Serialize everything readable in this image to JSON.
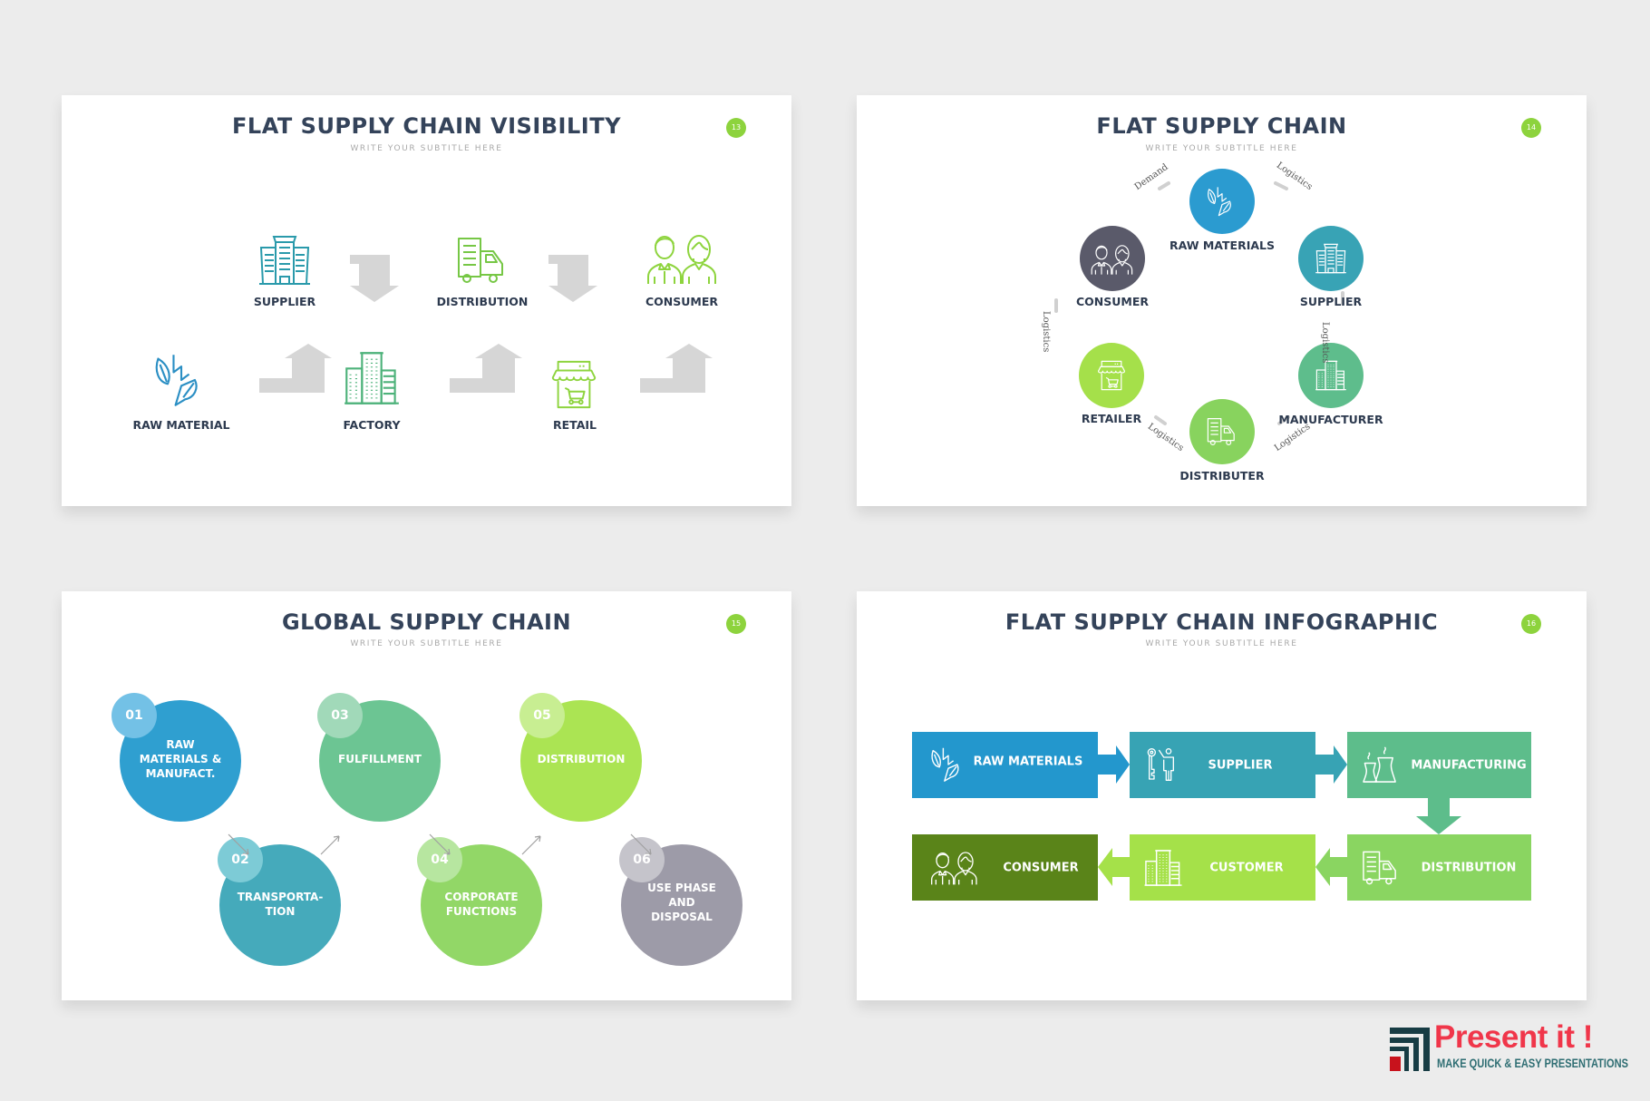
{
  "colors": {
    "title": "#34435a",
    "badge": "#8dd33d",
    "arrow_gray": "#d6d6d6",
    "blue": "#2b9bd0",
    "teal": "#38a3b5",
    "mint": "#5ebd8c",
    "lime": "#a5e04a",
    "green": "#88d35e",
    "dark_green": "#5a8419",
    "slate": "#5a5a6a",
    "gray": "#9d9ba8"
  },
  "slides": [
    {
      "title": "FLAT SUPPLY CHAIN VISIBILITY",
      "subtitle": "WRITE YOUR SUBTITLE HERE",
      "page": "13",
      "steps": [
        {
          "label": "RAW MATERIAL",
          "icon": "leaf-lightning-icon"
        },
        {
          "label": "SUPPLIER",
          "icon": "office-building-icon"
        },
        {
          "label": "FACTORY",
          "icon": "factory-buildings-icon"
        },
        {
          "label": "DISTRIBUTION",
          "icon": "delivery-truck-icon"
        },
        {
          "label": "RETAIL",
          "icon": "shop-cart-icon"
        },
        {
          "label": "CONSUMER",
          "icon": "people-icon"
        }
      ]
    },
    {
      "title": "FLAT SUPPLY CHAIN",
      "subtitle": "WRITE YOUR SUBTITLE HERE",
      "page": "14",
      "nodes": [
        {
          "label": "RAW MATERIALS",
          "icon": "leaf-lightning-icon"
        },
        {
          "label": "SUPPLIER",
          "icon": "office-building-icon"
        },
        {
          "label": "MANUFACTURER",
          "icon": "factory-buildings-icon"
        },
        {
          "label": "DISTRIBUTER",
          "icon": "delivery-truck-icon"
        },
        {
          "label": "RETAILER",
          "icon": "shop-cart-icon"
        },
        {
          "label": "CONSUMER",
          "icon": "people-icon"
        }
      ],
      "links": [
        "Logistics",
        "Logistics",
        "Logistics",
        "Logistics",
        "Logistics",
        "Demand"
      ]
    },
    {
      "title": "GLOBAL SUPPLY CHAIN",
      "subtitle": "WRITE YOUR SUBTITLE HERE",
      "page": "15",
      "stages": [
        {
          "num": "01",
          "text": "RAW\nMATERIALS &\nMANUFACT."
        },
        {
          "num": "02",
          "text": "TRANSPORTA-\nTION"
        },
        {
          "num": "03",
          "text": "FULFILLMENT"
        },
        {
          "num": "04",
          "text": "CORPORATE\nFUNCTIONS"
        },
        {
          "num": "05",
          "text": "DISTRIBUTION"
        },
        {
          "num": "06",
          "text": "USE PHASE\nAND\nDISPOSAL"
        }
      ]
    },
    {
      "title": "FLAT SUPPLY CHAIN INFOGRAPHIC",
      "subtitle": "WRITE YOUR SUBTITLE HERE",
      "page": "16",
      "boxes": [
        {
          "label": "RAW MATERIALS",
          "icon": "leaf-lightning-icon"
        },
        {
          "label": "SUPPLIER",
          "icon": "key-person-icon"
        },
        {
          "label": "MANUFACTURING",
          "icon": "cooling-tower-icon"
        },
        {
          "label": "DISTRIBUTION",
          "icon": "delivery-truck-icon"
        },
        {
          "label": "CUSTOMER",
          "icon": "factory-buildings-icon"
        },
        {
          "label": "CONSUMER",
          "icon": "people-icon"
        }
      ]
    }
  ],
  "brand": {
    "name": "Present it !",
    "tagline": "MAKE QUICK & EASY PRESENTATIONS"
  }
}
